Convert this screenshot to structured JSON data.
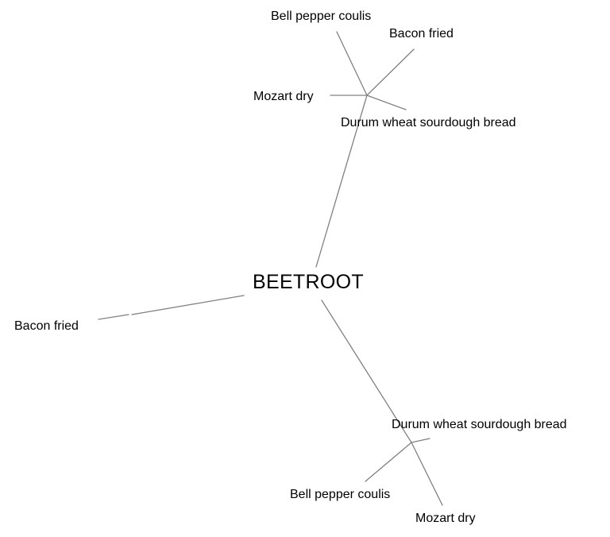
{
  "diagram": {
    "type": "mind-map",
    "root": {
      "id": "root",
      "label": "BEETROOT"
    },
    "nodes": [
      {
        "id": "n1",
        "label": "Mozart dry",
        "parent": "hubTop"
      },
      {
        "id": "n2",
        "label": "Bell pepper coulis",
        "parent": "hubTop"
      },
      {
        "id": "n3",
        "label": "Bacon fried",
        "parent": "hubTop"
      },
      {
        "id": "n4",
        "label": "Durum wheat sourdough bread",
        "parent": "hubTop"
      },
      {
        "id": "n5",
        "label": "Bacon fried",
        "parent": "root"
      },
      {
        "id": "n6",
        "label": "Durum wheat sourdough bread",
        "parent": "hubBottom"
      },
      {
        "id": "n7",
        "label": "Bell pepper coulis",
        "parent": "hubBottom"
      },
      {
        "id": "n8",
        "label": "Mozart dry",
        "parent": "hubBottom"
      }
    ],
    "edge_color": "#808080"
  }
}
